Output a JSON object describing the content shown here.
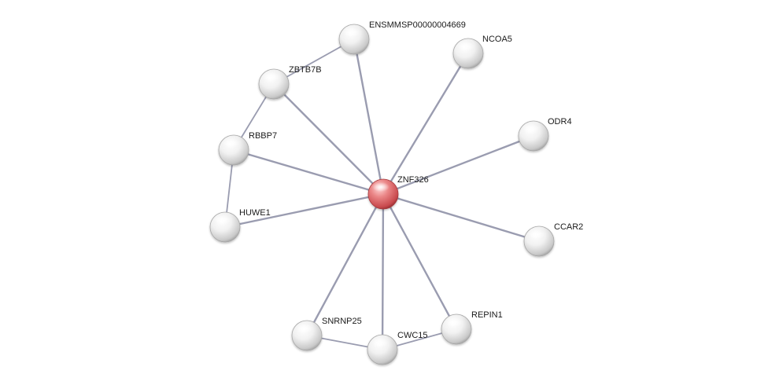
{
  "network": {
    "nodes": [
      {
        "id": "ZNF326",
        "label": "ZNF326",
        "query": true
      },
      {
        "id": "ENSMMSP00000004669",
        "label": "ENSMMSP00000004669",
        "query": false
      },
      {
        "id": "NCOA5",
        "label": "NCOA5",
        "query": false
      },
      {
        "id": "ZBTB7B",
        "label": "ZBTB7B",
        "query": false
      },
      {
        "id": "RBBP7",
        "label": "RBBP7",
        "query": false
      },
      {
        "id": "ODR4",
        "label": "ODR4",
        "query": false
      },
      {
        "id": "HUWE1",
        "label": "HUWE1",
        "query": false
      },
      {
        "id": "CCAR2",
        "label": "CCAR2",
        "query": false
      },
      {
        "id": "SNRNP25",
        "label": "SNRNP25",
        "query": false
      },
      {
        "id": "REPIN1",
        "label": "REPIN1",
        "query": false
      },
      {
        "id": "CWC15",
        "label": "CWC15",
        "query": false
      }
    ],
    "edges": [
      {
        "source": "ZNF326",
        "target": "ENSMMSP00000004669"
      },
      {
        "source": "ZNF326",
        "target": "NCOA5"
      },
      {
        "source": "ZNF326",
        "target": "ZBTB7B"
      },
      {
        "source": "ZNF326",
        "target": "RBBP7"
      },
      {
        "source": "ZNF326",
        "target": "ODR4"
      },
      {
        "source": "ZNF326",
        "target": "HUWE1"
      },
      {
        "source": "ZNF326",
        "target": "CCAR2"
      },
      {
        "source": "ZNF326",
        "target": "SNRNP25"
      },
      {
        "source": "ZNF326",
        "target": "CWC15"
      },
      {
        "source": "ZNF326",
        "target": "REPIN1"
      },
      {
        "source": "ENSMMSP00000004669",
        "target": "ZBTB7B"
      },
      {
        "source": "ZBTB7B",
        "target": "RBBP7"
      },
      {
        "source": "RBBP7",
        "target": "HUWE1"
      },
      {
        "source": "SNRNP25",
        "target": "CWC15"
      },
      {
        "source": "CWC15",
        "target": "REPIN1"
      }
    ],
    "colors": {
      "query_node": "#e0696d",
      "partner_node": "#ececec",
      "edge": "#9a9cb0"
    }
  }
}
